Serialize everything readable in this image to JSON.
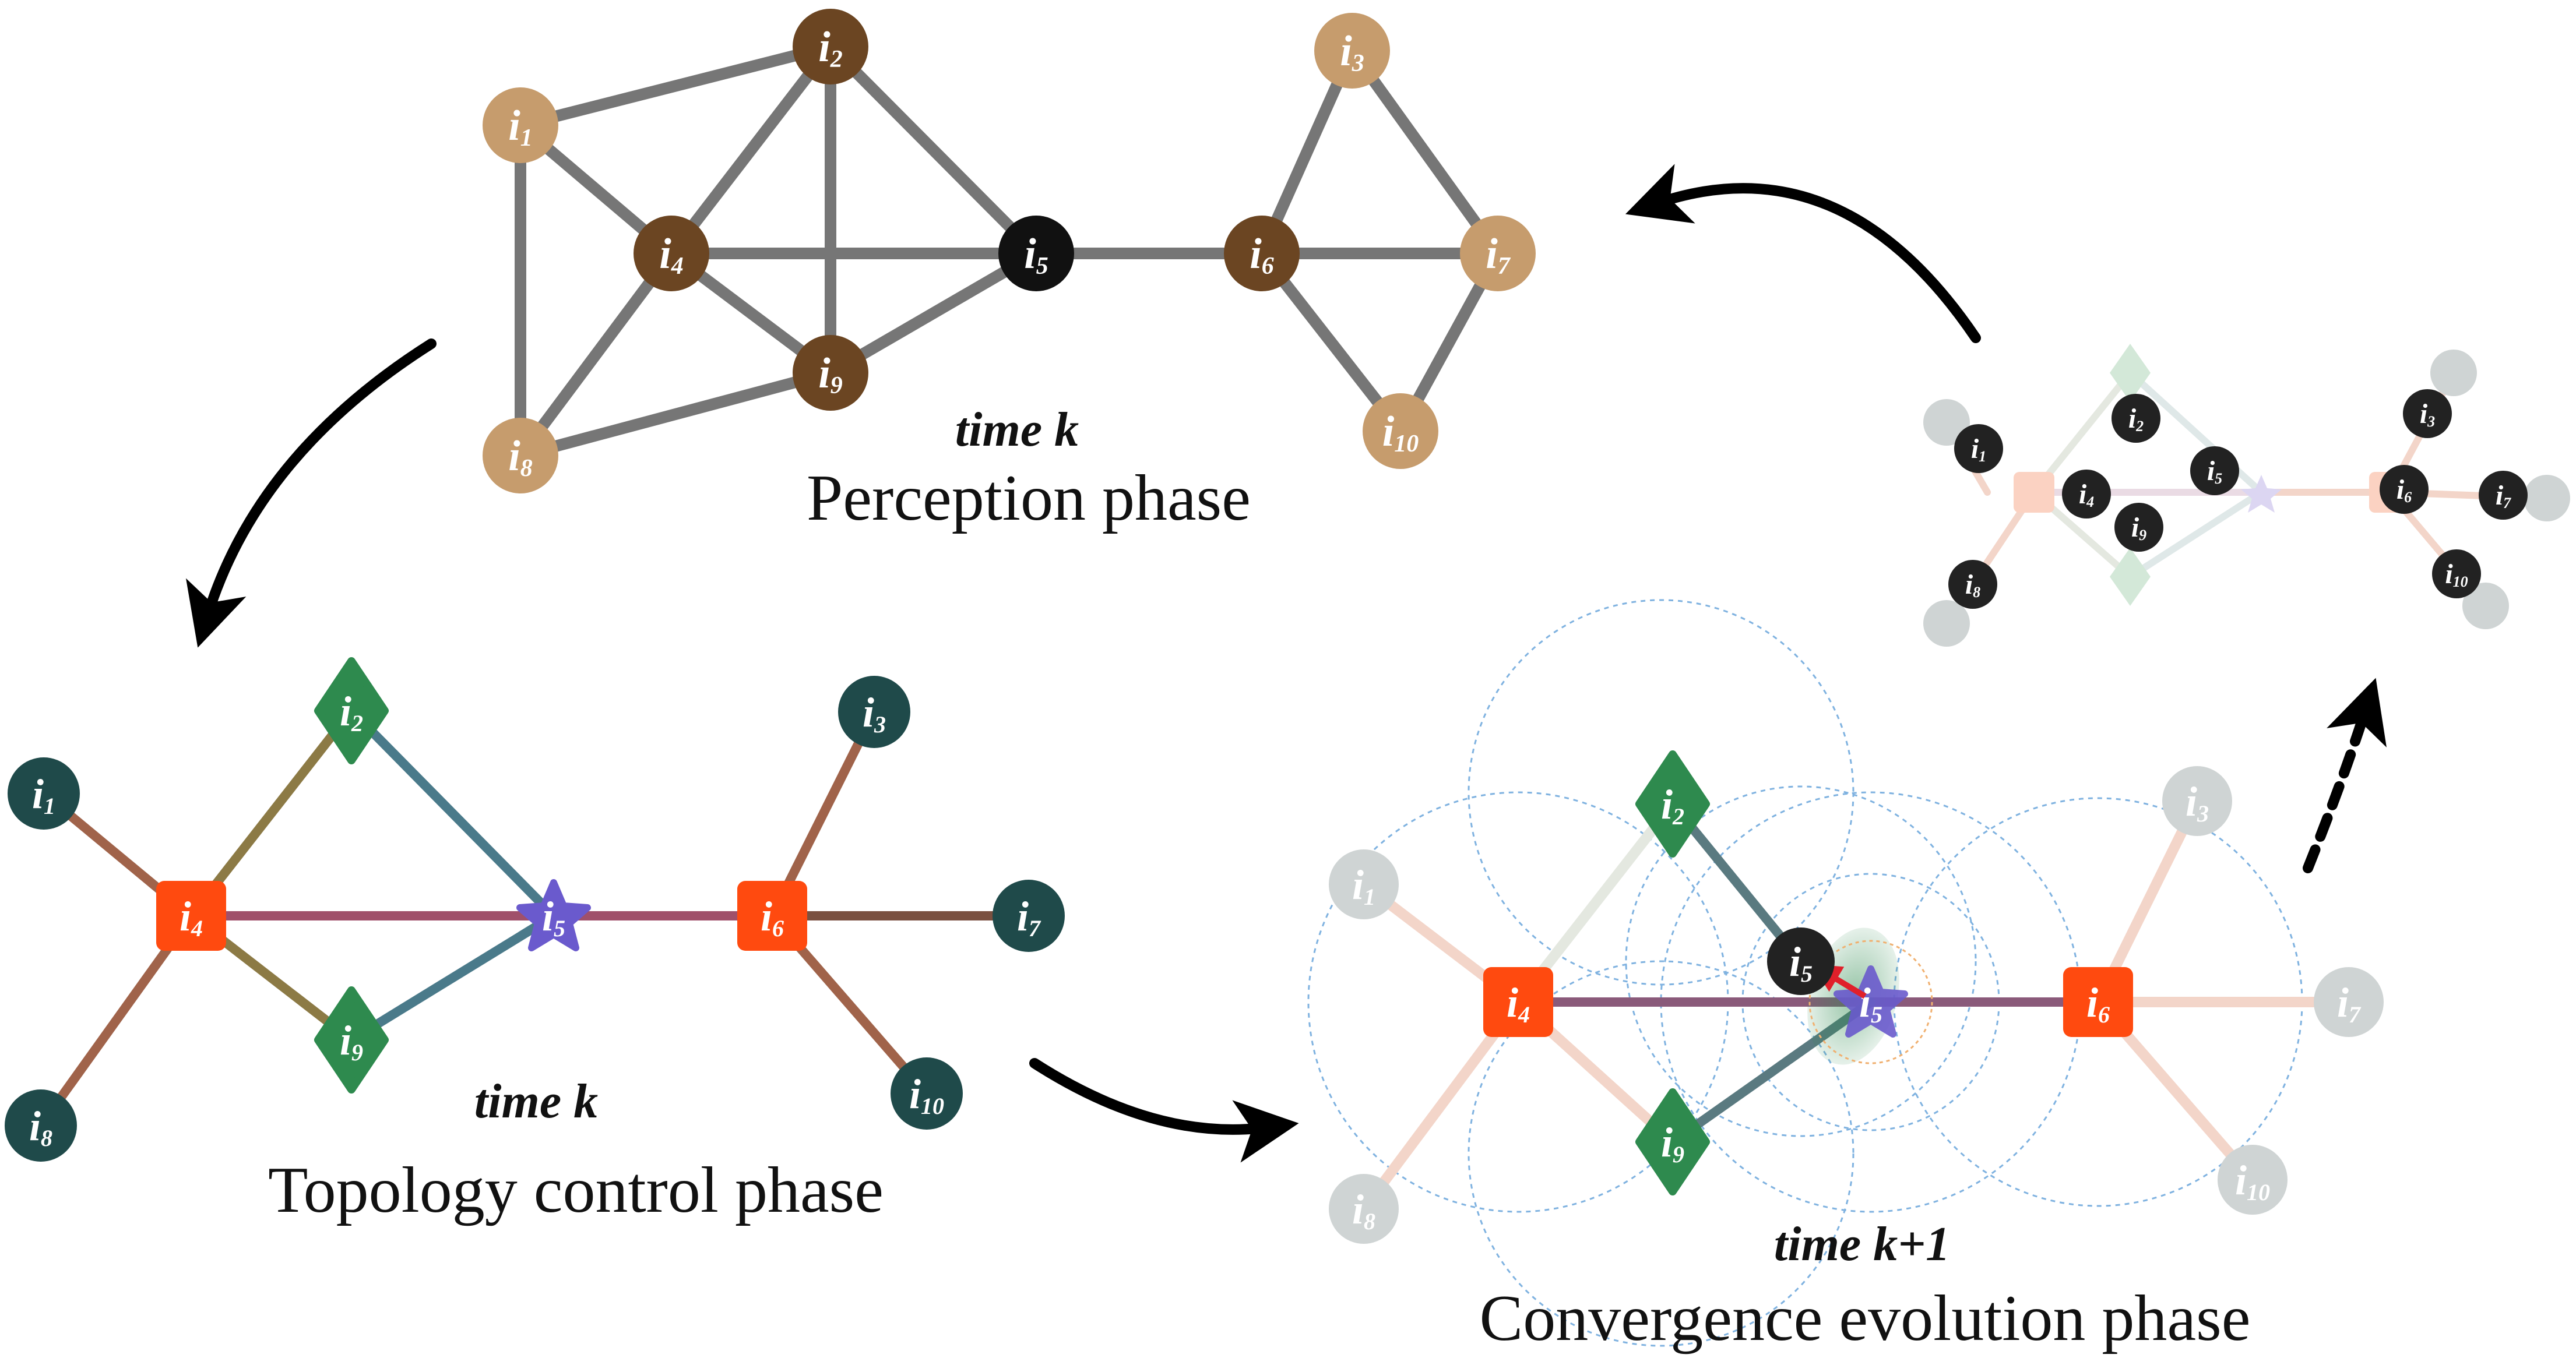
{
  "colors": {
    "edge_gray": "#767676",
    "light_tan": "#c69c6d",
    "dark_brown": "#6b4522",
    "black_node": "#111111",
    "teal_node": "#1f4a4a",
    "orange_square": "#ff4a0f",
    "green_diamond": "#2e8a4e",
    "purple_star": "#6a5acd",
    "faded_gray": "#cfd4d4",
    "dot_circle": "#7fb2e0",
    "arrow_red": "#e0202a"
  },
  "phases": {
    "perception": {
      "time_label": "time k",
      "phase_label": "Perception phase"
    },
    "topology": {
      "time_label": "time k",
      "phase_label": "Topology control phase"
    },
    "convergence": {
      "time_label": "time k+1",
      "phase_label": "Convergence evolution phase"
    }
  },
  "node_labels": {
    "i1": {
      "base": "i",
      "sub": "1"
    },
    "i2": {
      "base": "i",
      "sub": "2"
    },
    "i3": {
      "base": "i",
      "sub": "3"
    },
    "i4": {
      "base": "i",
      "sub": "4"
    },
    "i5": {
      "base": "i",
      "sub": "5"
    },
    "i6": {
      "base": "i",
      "sub": "6"
    },
    "i7": {
      "base": "i",
      "sub": "7"
    },
    "i8": {
      "base": "i",
      "sub": "8"
    },
    "i9": {
      "base": "i",
      "sub": "9"
    },
    "i10": {
      "base": "i",
      "sub": "10"
    }
  }
}
